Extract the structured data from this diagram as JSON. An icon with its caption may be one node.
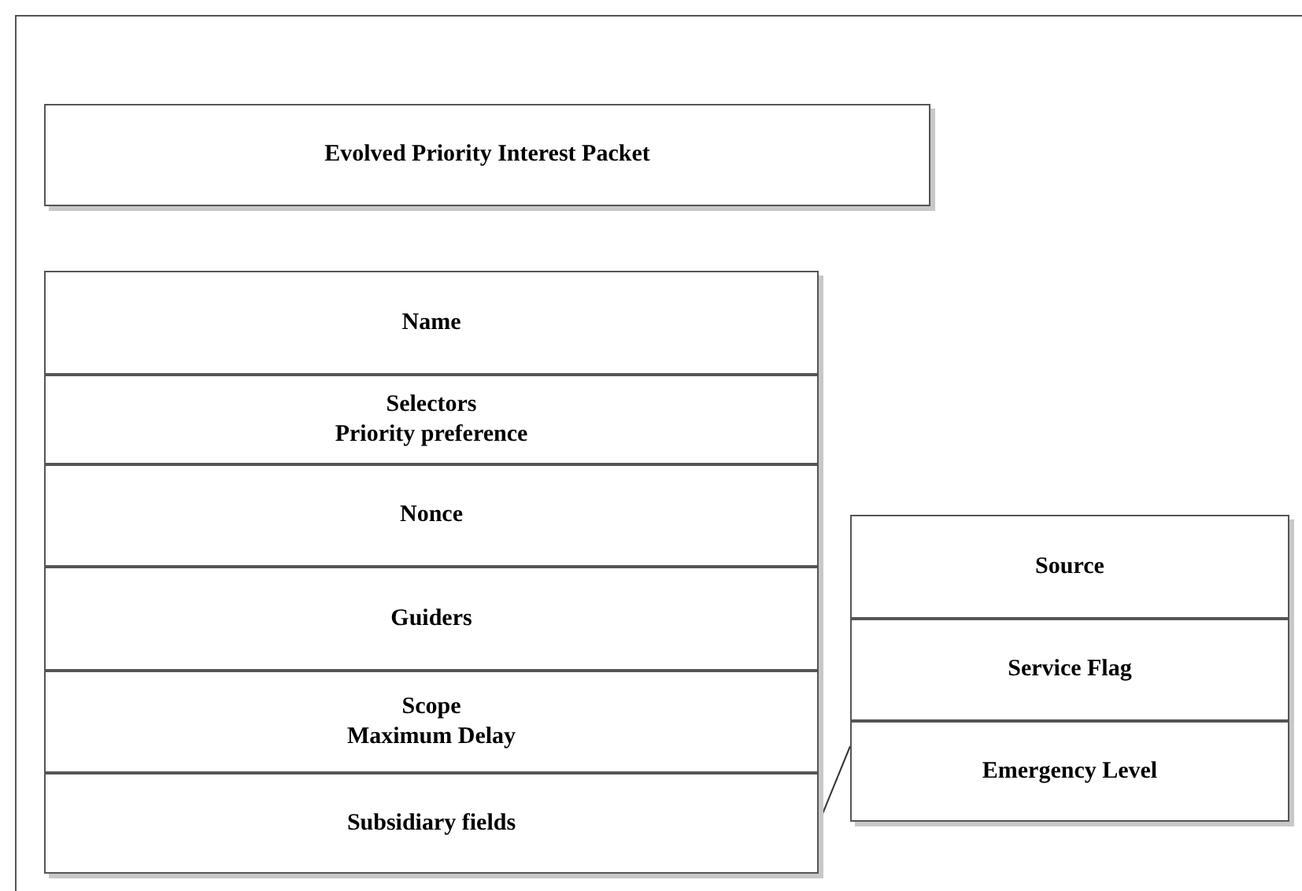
{
  "diagram": {
    "nodes": [
      {
        "text": [
          "Evolved Priority Interest Packet"
        ]
      },
      {
        "text": [
          "Name"
        ]
      },
      {
        "text": [
          "Selectors",
          "Priority preference"
        ]
      },
      {
        "text": [
          "Nonce"
        ]
      },
      {
        "text": [
          "Guiders"
        ]
      },
      {
        "text": [
          "Scope",
          "Maximum Delay"
        ]
      },
      {
        "text": [
          "Subsidiary fields"
        ]
      },
      {
        "text": [
          "Source"
        ]
      },
      {
        "text": [
          "Service Flag"
        ]
      },
      {
        "text": [
          "Emergency Level"
        ]
      }
    ],
    "edges": [
      {
        "from": 6,
        "to": 9,
        "arrow": "none"
      }
    ]
  }
}
